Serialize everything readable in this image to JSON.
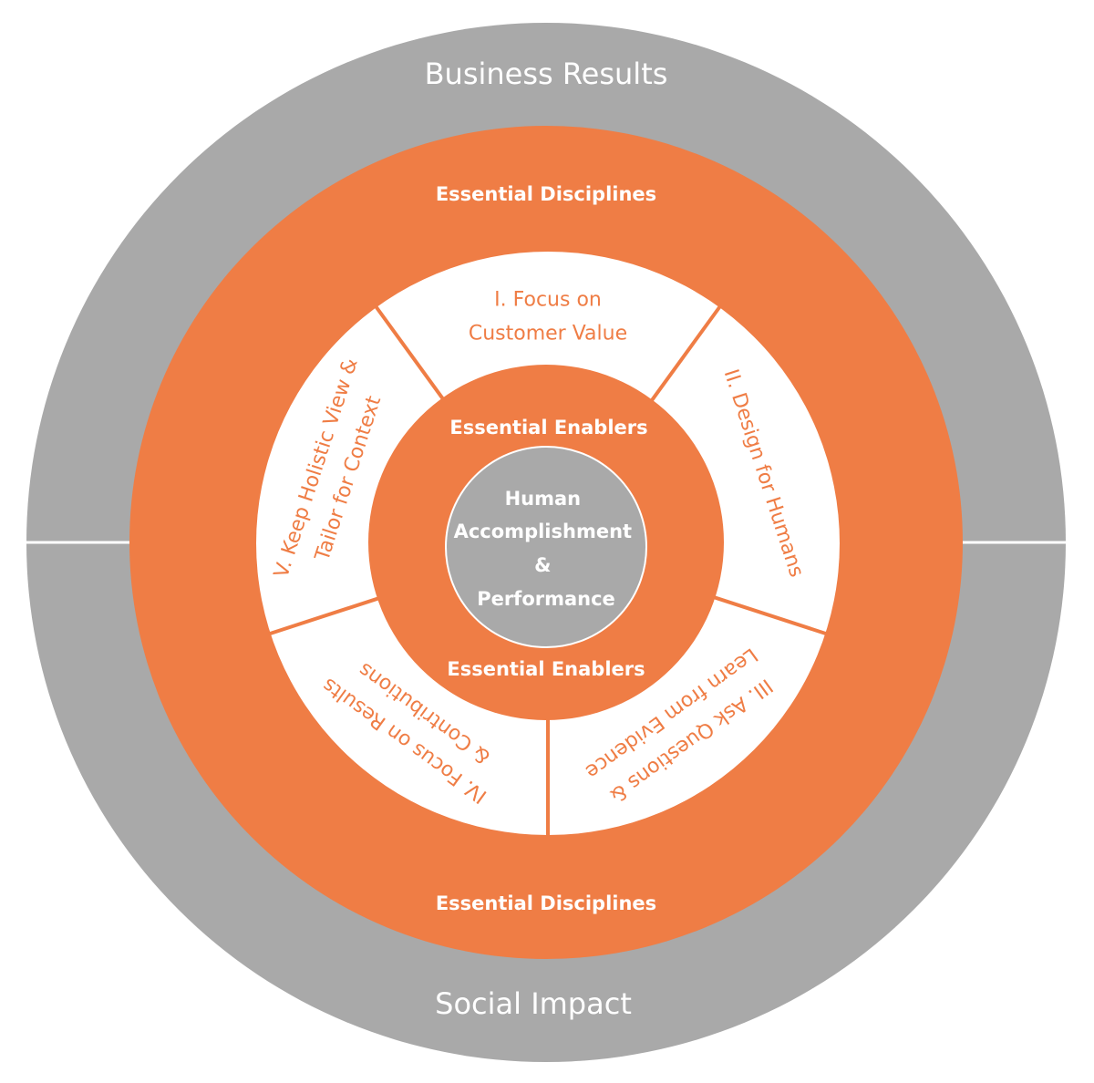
{
  "colors": {
    "gray": "#A9A9A9",
    "orange": "#EF7D45",
    "white": "#FFFFFF"
  },
  "outer_ring": {
    "top_label": "Business Results",
    "bottom_label": "Social Impact"
  },
  "disciplines_ring": {
    "top_label": "Essential Disciplines",
    "bottom_label": "Essential Disciplines"
  },
  "segments": [
    {
      "lines": [
        "I. Focus on",
        "Customer Value"
      ]
    },
    {
      "lines": [
        "II. Design for Humans"
      ]
    },
    {
      "lines": [
        "III. Ask Questions &",
        "Learn from Evidence"
      ]
    },
    {
      "lines": [
        "IV. Focus on Results",
        "& Contributions"
      ]
    },
    {
      "lines": [
        "V. Keep Holistic View &",
        "Tailor for Context"
      ]
    }
  ],
  "enablers_ring": {
    "top_label": "Essential Enablers",
    "bottom_label": "Essential Enablers"
  },
  "core": {
    "lines": [
      "Human",
      "Accomplishment",
      "&",
      "Performance"
    ]
  }
}
